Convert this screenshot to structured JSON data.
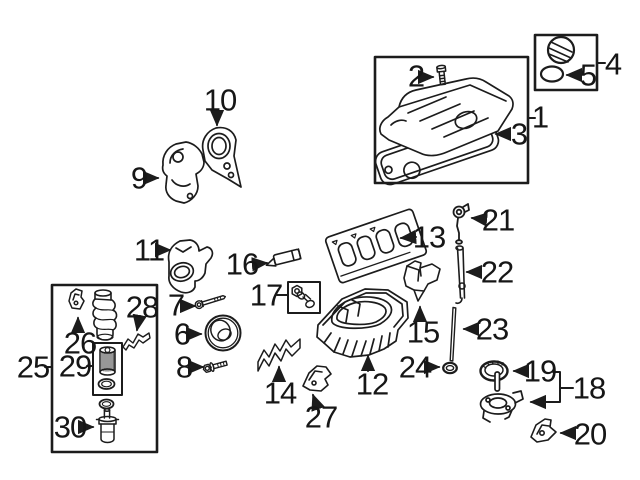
{
  "diagram": {
    "type": "engine-parts-exploded-diagram",
    "background_color": "#ffffff",
    "line_color": "#1c1c1c",
    "callouts": [
      {
        "label": "1",
        "part": "valve-cover-kit-box"
      },
      {
        "label": "2",
        "part": "valve-cover-bolt"
      },
      {
        "label": "3",
        "part": "valve-cover-gasket"
      },
      {
        "label": "4",
        "part": "oil-filler-cap-kit-box"
      },
      {
        "label": "5",
        "part": "filler-cap-seal"
      },
      {
        "label": "6",
        "part": "crankshaft-pulley"
      },
      {
        "label": "7",
        "part": "long-bolt"
      },
      {
        "label": "8",
        "part": "short-bolt"
      },
      {
        "label": "9",
        "part": "upper-timing-cover"
      },
      {
        "label": "10",
        "part": "timing-cover-gasket-plate"
      },
      {
        "label": "11",
        "part": "lower-timing-cover"
      },
      {
        "label": "12",
        "part": "oil-pan"
      },
      {
        "label": "13",
        "part": "oil-pan-baffle-gasket"
      },
      {
        "label": "14",
        "part": "gasket-strip"
      },
      {
        "label": "15",
        "part": "support-bracket"
      },
      {
        "label": "16",
        "part": "sealant-tube"
      },
      {
        "label": "17",
        "part": "drain-plug-kit-box"
      },
      {
        "label": "18",
        "part": "oil-pump-group"
      },
      {
        "label": "19",
        "part": "pump-seal-ring"
      },
      {
        "label": "20",
        "part": "pump-bracket"
      },
      {
        "label": "21",
        "part": "dipstick-handle"
      },
      {
        "label": "22",
        "part": "dipstick-tube"
      },
      {
        "label": "23",
        "part": "dipstick"
      },
      {
        "label": "24",
        "part": "tube-o-ring"
      },
      {
        "label": "25",
        "part": "oil-filter-housing-kit-box"
      },
      {
        "label": "26",
        "part": "filter-bracket"
      },
      {
        "label": "27",
        "part": "lower-bracket"
      },
      {
        "label": "28",
        "part": "retainer-clip"
      },
      {
        "label": "29",
        "part": "oil-filter-element-kit-box"
      },
      {
        "label": "30",
        "part": "filter-drain-plug"
      }
    ]
  }
}
